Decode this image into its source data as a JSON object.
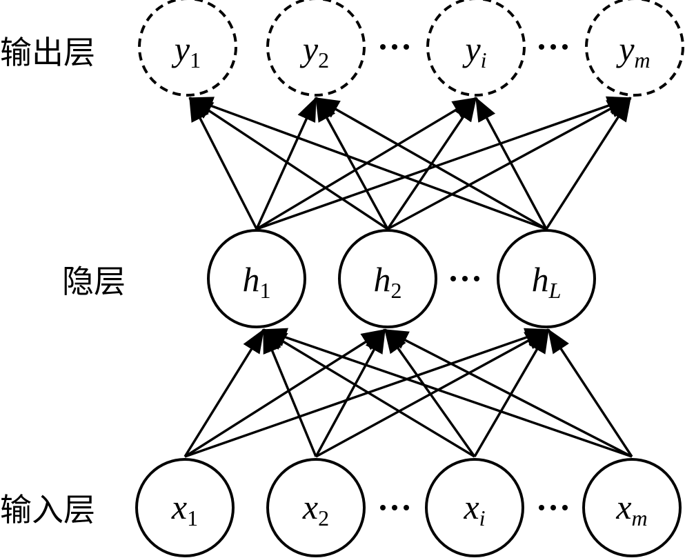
{
  "labels": {
    "output_layer": "输出层",
    "hidden_layer": "隐层",
    "input_layer": "输入层"
  },
  "nodes": {
    "output": [
      {
        "id": "y1",
        "base": "y",
        "sub": "1"
      },
      {
        "id": "y2",
        "base": "y",
        "sub": "2"
      },
      {
        "id": "yi",
        "base": "y",
        "sub": "i"
      },
      {
        "id": "ym",
        "base": "y",
        "sub": "m"
      }
    ],
    "hidden": [
      {
        "id": "h1",
        "base": "h",
        "sub": "1"
      },
      {
        "id": "h2",
        "base": "h",
        "sub": "2"
      },
      {
        "id": "hL",
        "base": "h",
        "sub": "L"
      }
    ],
    "input": [
      {
        "id": "x1",
        "base": "x",
        "sub": "1"
      },
      {
        "id": "x2",
        "base": "x",
        "sub": "2"
      },
      {
        "id": "xi",
        "base": "x",
        "sub": "i"
      },
      {
        "id": "xm",
        "base": "x",
        "sub": "m"
      }
    ]
  },
  "style": {
    "stroke_color": "#000000",
    "background": "#ffffff",
    "output_border": "dashed"
  }
}
